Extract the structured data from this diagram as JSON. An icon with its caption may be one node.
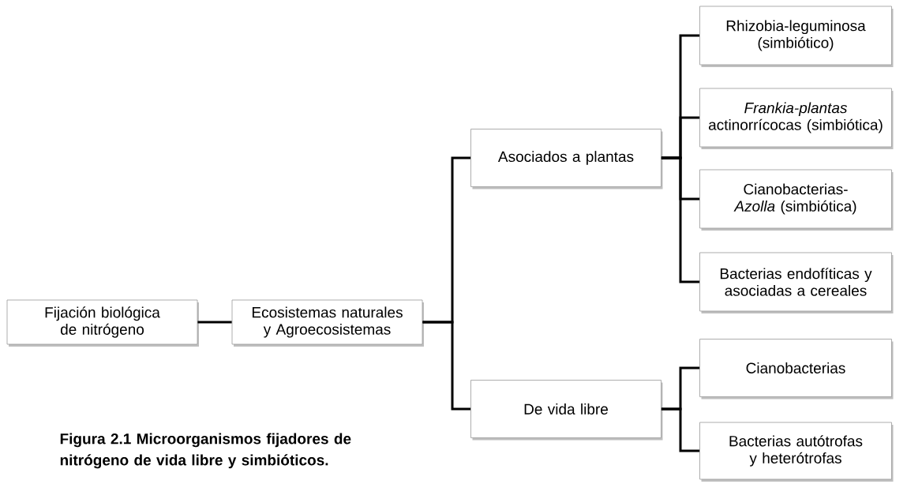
{
  "diagram": {
    "caption": "Figura 2.1 Microorganismos fijadores de nitrógeno de vida libre y simbióticos.",
    "nodes": [
      {
        "text": [
          "Fijación biológica de nitrógeno"
        ]
      },
      {
        "text": [
          "Ecosistemas naturales y Agroecosistemas"
        ]
      },
      {
        "text": [
          "Asociados a plantas"
        ]
      },
      {
        "text": [
          "Rhizobia-leguminosa (simbiótico)"
        ]
      },
      {
        "text": [
          "*Frankia-plantas* actinorrícocas (simbiótica)"
        ]
      },
      {
        "text": [
          "Cianobacterias-*Azolla* (simbiótica)"
        ]
      },
      {
        "text": [
          "Bacterias endofíticas y asociadas a cereales"
        ]
      },
      {
        "text": [
          "De vida libre"
        ]
      },
      {
        "text": [
          "Cianobacterias"
        ]
      },
      {
        "text": [
          "Bacterias autótrofas y heterótrofas"
        ]
      }
    ],
    "edges": [
      {
        "from": 0,
        "to": 1,
        "arrow": "none"
      },
      {
        "from": 1,
        "to": 2,
        "arrow": "none"
      },
      {
        "from": 1,
        "to": 7,
        "arrow": "none"
      },
      {
        "from": 2,
        "to": 3,
        "arrow": "none"
      },
      {
        "from": 2,
        "to": 4,
        "arrow": "none"
      },
      {
        "from": 2,
        "to": 5,
        "arrow": "none"
      },
      {
        "from": 2,
        "to": 6,
        "arrow": "none"
      },
      {
        "from": 7,
        "to": 8,
        "arrow": "none"
      },
      {
        "from": 7,
        "to": 9,
        "arrow": "none"
      }
    ]
  }
}
